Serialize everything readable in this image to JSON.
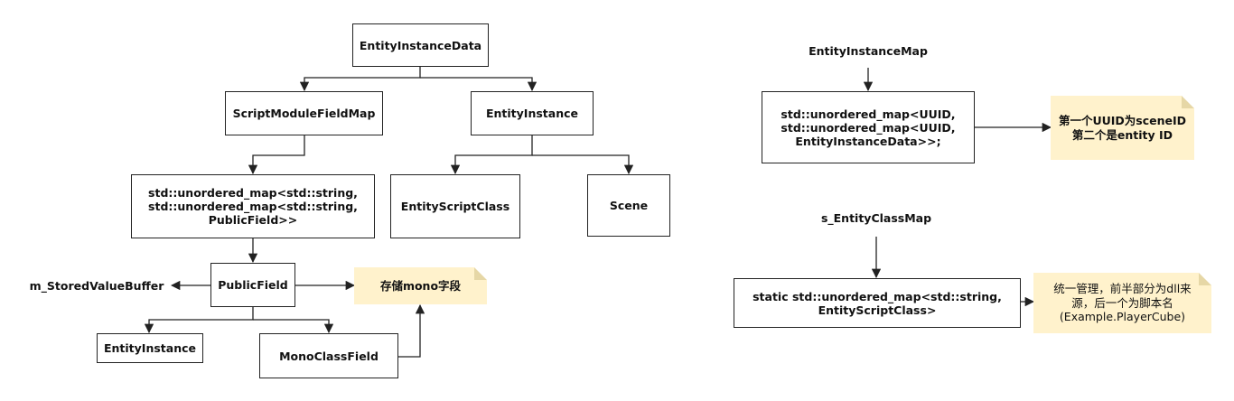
{
  "nodes": {
    "entity_instance_data": "EntityInstanceData",
    "script_module_field_map": "ScriptModuleFieldMap",
    "entity_instance": "EntityInstance",
    "field_map_type": "std::unordered_map<std::string,\nstd::unordered_map<std::string,\nPublicField>>",
    "entity_script_class": "EntityScriptClass",
    "scene": "Scene",
    "m_stored_value_buffer": "m_StoredValueBuffer",
    "public_field": "PublicField",
    "entity_instance_child": "EntityInstance",
    "mono_class_field": "MonoClassField",
    "entity_instance_map_title": "EntityInstanceMap",
    "entity_instance_map_type": "std::unordered_map<UUID,\nstd::unordered_map<UUID,\nEntityInstanceData>>;",
    "entity_class_map_title": "s_EntityClassMap",
    "entity_class_map_type": "static std::unordered_map<std::string,\nEntityScriptClass>"
  },
  "notes": {
    "mono_field_storage": "存储mono字段",
    "uuid_note": "第一个UUID为sceneID\n第二个是entity ID",
    "class_map_note": "统一管理，前半部分为dll来\n源，后一个为脚本名\n(Example.PlayerCube)"
  },
  "colors": {
    "stroke": "#222222",
    "note_fill": "#fff2cc",
    "note_fold": "#e6d7a6"
  }
}
